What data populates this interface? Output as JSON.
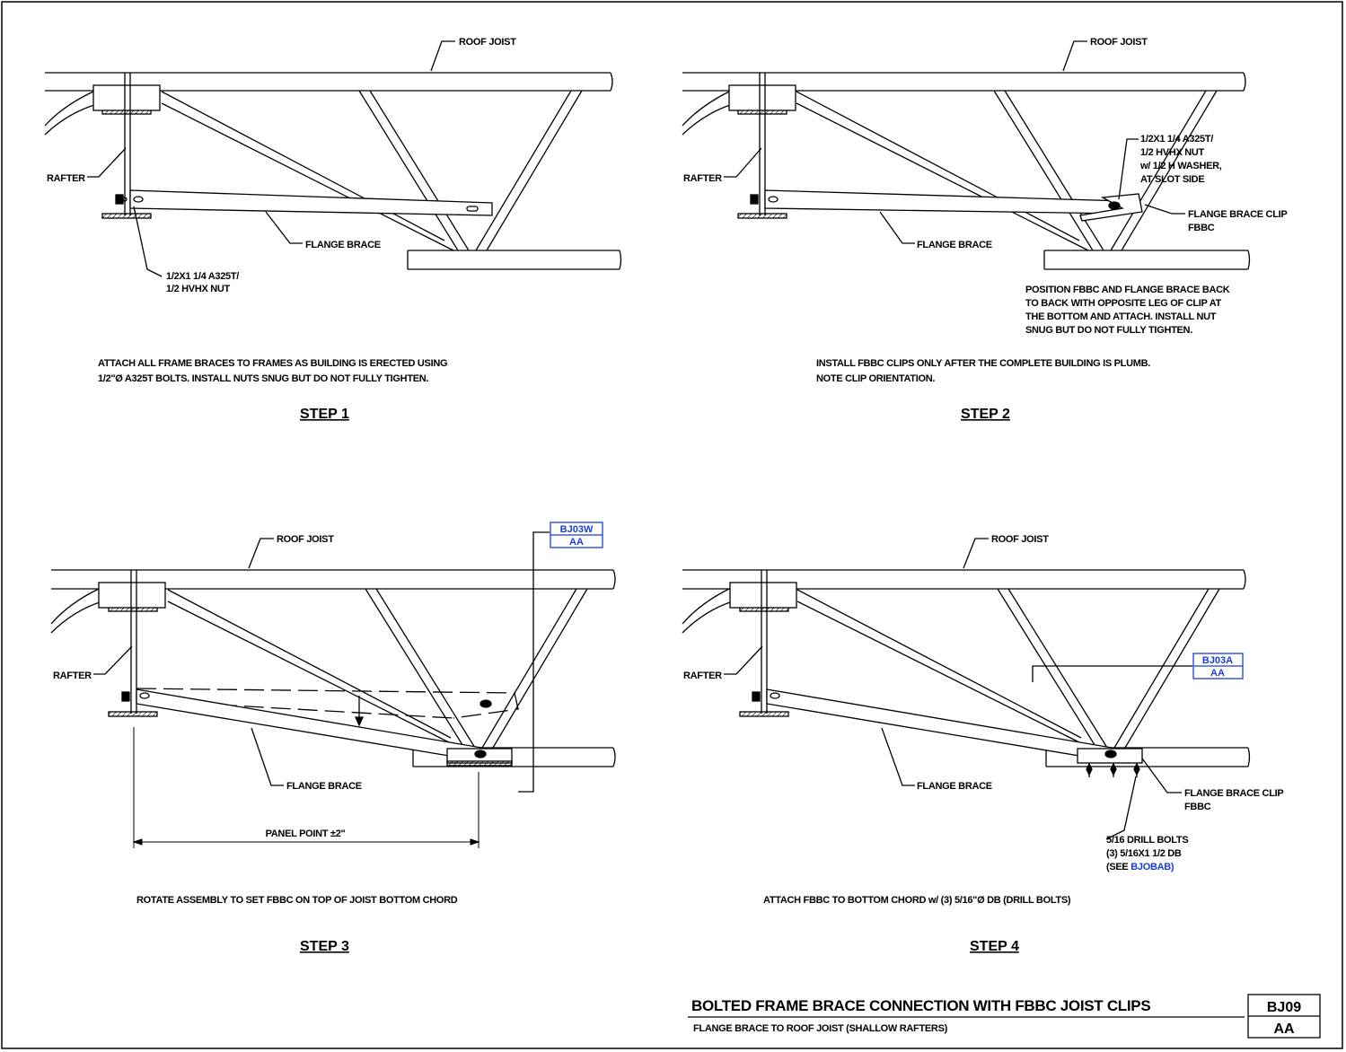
{
  "colors": {
    "ink": "#000000",
    "reference_blue": "#1a3fd6",
    "background": "#ffffff"
  },
  "panels": [
    {
      "id": "step1",
      "step_label": "STEP 1",
      "labels": {
        "roof_joist": "ROOF JOIST",
        "rafter": "RAFTER",
        "flange_brace": "FLANGE BRACE",
        "bolt_line1": "1/2X1 1/4 A325T/",
        "bolt_line2": "1/2 HVHX NUT"
      },
      "note_lines": [
        "ATTACH ALL FRAME BRACES TO FRAMES AS BUILDING IS ERECTED USING",
        "1/2\"Ø A325T BOLTS.  INSTALL NUTS SNUG BUT DO NOT FULLY TIGHTEN."
      ]
    },
    {
      "id": "step2",
      "step_label": "STEP 2",
      "labels": {
        "roof_joist": "ROOF JOIST",
        "rafter": "RAFTER",
        "flange_brace": "FLANGE BRACE",
        "bolt_lines": [
          "1/2X1 1/4 A325T/",
          "1/2 HVHX NUT",
          "w/ 1/2 H WASHER,",
          "AT SLOT SIDE"
        ],
        "clip_line1": "FLANGE BRACE CLIP",
        "clip_line2": "FBBC",
        "position_lines": [
          "POSITION FBBC AND FLANGE BRACE BACK",
          "TO BACK WITH OPPOSITE LEG OF CLIP AT",
          "THE BOTTOM AND ATTACH. INSTALL NUT",
          "SNUG BUT DO NOT FULLY TIGHTEN."
        ]
      },
      "note_lines": [
        "INSTALL FBBC CLIPS ONLY AFTER THE COMPLETE BUILDING IS PLUMB.",
        "NOTE CLIP ORIENTATION."
      ]
    },
    {
      "id": "step3",
      "step_label": "STEP 3",
      "labels": {
        "roof_joist": "ROOF JOIST",
        "rafter": "RAFTER",
        "flange_brace": "FLANGE BRACE",
        "panel_point": "PANEL POINT ±2\"",
        "ref_top": "BJ03W",
        "ref_bottom": "AA"
      },
      "note_lines": [
        "ROTATE ASSEMBLY TO SET FBBC ON TOP OF JOIST BOTTOM CHORD"
      ]
    },
    {
      "id": "step4",
      "step_label": "STEP 4",
      "labels": {
        "roof_joist": "ROOF JOIST",
        "rafter": "RAFTER",
        "flange_brace": "FLANGE BRACE",
        "clip_line1": "FLANGE BRACE CLIP",
        "clip_line2": "FBBC",
        "drill_line1": "5/16 DRILL BOLTS",
        "drill_line2": "(3) 5/16X1 1/2 DB",
        "drill_line3_prefix": "(SEE",
        "drill_line3_ref": "BJOBAB)",
        "ref_top": "BJ03A",
        "ref_bottom": "AA"
      },
      "note_lines": [
        "ATTACH FBBC TO BOTTOM CHORD w/ (3) 5/16\"Ø DB (DRILL BOLTS)"
      ]
    }
  ],
  "title_block": {
    "title": "BOLTED FRAME BRACE CONNECTION WITH FBBC JOIST CLIPS",
    "subtitle": "FLANGE BRACE TO ROOF JOIST (SHALLOW RAFTERS)",
    "sheet_code": "BJ09",
    "sheet_rev": "AA"
  }
}
